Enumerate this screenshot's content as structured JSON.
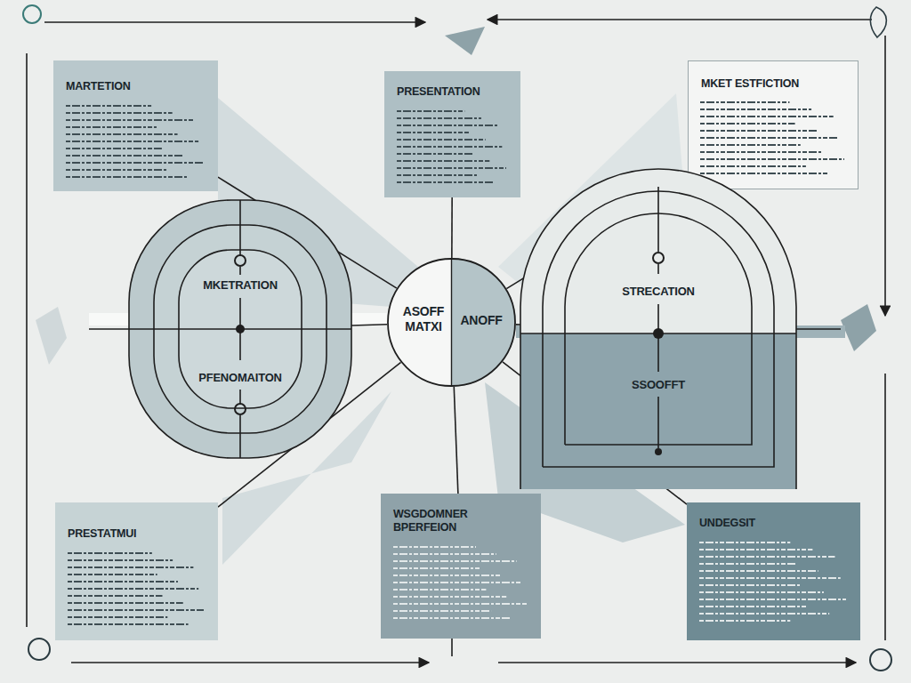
{
  "diagram": {
    "nodes": [
      {
        "text": [
          "MARTETION"
        ]
      },
      {
        "text": [
          "PRESENTATION"
        ]
      },
      {
        "text": [
          "MKET ESTFICTION"
        ]
      },
      {
        "text": [
          "MKETRATION",
          "PFENOMAITON"
        ]
      },
      {
        "text": [
          "ASOFF MATXI",
          "ANOFF"
        ]
      },
      {
        "text": [
          "STRECATION",
          "SSOOFFT"
        ]
      },
      {
        "text": [
          "PRESTATMUI"
        ]
      },
      {
        "text": [
          "WSGDOMNER BPERFEION"
        ]
      },
      {
        "text": [
          "UNDEGSIT"
        ]
      }
    ],
    "edges": [
      {
        "from": 4,
        "to": 0,
        "arrow": "none"
      },
      {
        "from": 4,
        "to": 1,
        "arrow": "none"
      },
      {
        "from": 4,
        "to": 2,
        "arrow": "none"
      },
      {
        "from": 4,
        "to": 3,
        "arrow": "none"
      },
      {
        "from": 4,
        "to": 5,
        "arrow": "none"
      },
      {
        "from": 4,
        "to": 6,
        "arrow": "none"
      },
      {
        "from": 4,
        "to": 7,
        "arrow": "none"
      },
      {
        "from": 4,
        "to": 8,
        "arrow": "none"
      }
    ]
  }
}
